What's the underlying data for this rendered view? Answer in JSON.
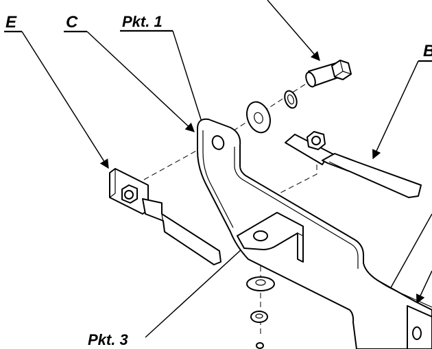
{
  "labels": {
    "e": "E",
    "c": "C",
    "pkt1": "Pkt. 1",
    "pkt3": "Pkt. 3",
    "b": "B"
  },
  "colors": {
    "ink": "#000000",
    "paper": "#ffffff"
  }
}
